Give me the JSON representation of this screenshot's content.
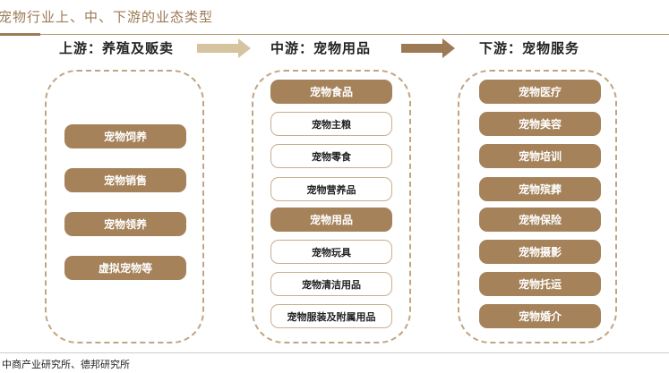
{
  "title": "宠物行业上、中、下游的业态类型",
  "upstream": {
    "header": "上游：养殖及贩卖",
    "items": [
      "宠物饲养",
      "宠物销售",
      "宠物领养",
      "虚拟宠物等"
    ]
  },
  "midstream": {
    "header": "中游：宠物用品",
    "items": [
      {
        "label": "宠物食品",
        "type": "category"
      },
      {
        "label": "宠物主粮",
        "type": "sub"
      },
      {
        "label": "宠物零食",
        "type": "sub"
      },
      {
        "label": "宠物营养品",
        "type": "sub"
      },
      {
        "label": "宠物用品",
        "type": "category"
      },
      {
        "label": "宠物玩具",
        "type": "sub"
      },
      {
        "label": "宠物清洁用品",
        "type": "sub"
      },
      {
        "label": "宠物服装及附属用品",
        "type": "sub"
      }
    ]
  },
  "downstream": {
    "header": "下游：宠物服务",
    "items": [
      "宠物医疗",
      "宠物美容",
      "宠物培训",
      "宠物殡葬",
      "宠物保险",
      "宠物摄影",
      "宠物托运",
      "宠物婚介"
    ]
  },
  "source": "中商产业研究所、德邦研究所",
  "colors": {
    "primary": "#a5825a",
    "arrow1": "#d6c4a0",
    "arrow2": "#9c7a55"
  }
}
